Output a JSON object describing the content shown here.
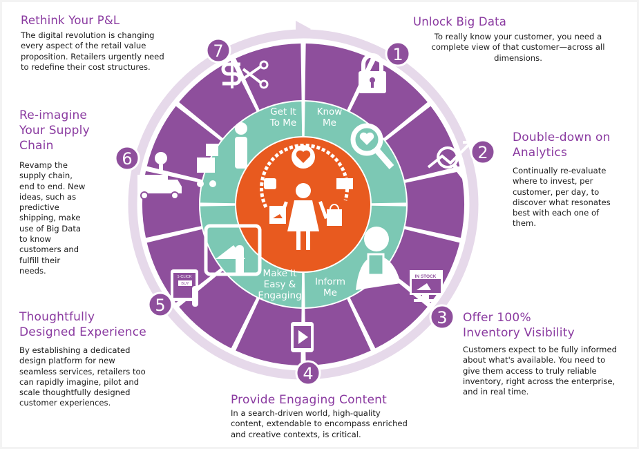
{
  "colors": {
    "purple": "#8e4f9c",
    "teal": "#7cc8b4",
    "orange": "#e85a1f",
    "ring": "#e6d9ea",
    "heading": "#8a3aa0"
  },
  "steps": [
    {
      "number": "1",
      "title": "Unlock Big Data",
      "body": "To really know your customer, you need a complete view of that customer—across all dimensions.",
      "icon": "padlock-icon"
    },
    {
      "number": "2",
      "title": "Double-down on Analytics",
      "body": "Continually re-evaluate where to invest, per customer, per day, to discover what resonates best with each one of them.",
      "icon": "analytics-chart-icon"
    },
    {
      "number": "3",
      "title": "Offer 100% Inventory Visibility",
      "body": "Customers expect to be fully informed about what's available. You need to give them access to truly reliable inventory, right across the enterprise, and in real time.",
      "icon": "in-stock-monitor-icon"
    },
    {
      "number": "4",
      "title": "Provide Engaging Content",
      "body": "In a search-driven world, high-quality content, extendable to encompass enriched and creative contexts, is critical.",
      "icon": "video-tablet-icon"
    },
    {
      "number": "5",
      "title": "Thoughtfully Designed Experience",
      "body": "By establishing a dedicated design platform for new seamless services, retailers too can rapidly imagine, pilot and scale thoughtfully designed customer experiences.",
      "icon": "one-click-buy-icon"
    },
    {
      "number": "6",
      "title": "Re-imagine Your Supply Chain",
      "body": "Revamp the supply chain, end to end. New ideas, such as predictive shipping, make use of Big Data to know customers and fulfill their needs.",
      "icon": "delivery-truck-icon"
    },
    {
      "number": "7",
      "title": "Rethink Your P&L",
      "body": "The digital revolution is changing every aspect of the retail value proposition. Retailers urgently need to redefine their cost structures.",
      "icon": "dollar-cut-icon"
    }
  ],
  "inner": {
    "know_me": "Know Me",
    "get_it_to_me": "Get It To Me",
    "make_it_easy": "Make it Easy & Engaging",
    "inform_me": "Inform Me"
  },
  "badges": {
    "in_stock": "IN STOCK",
    "one_click": "1-CLICK",
    "buy": "BUY"
  }
}
